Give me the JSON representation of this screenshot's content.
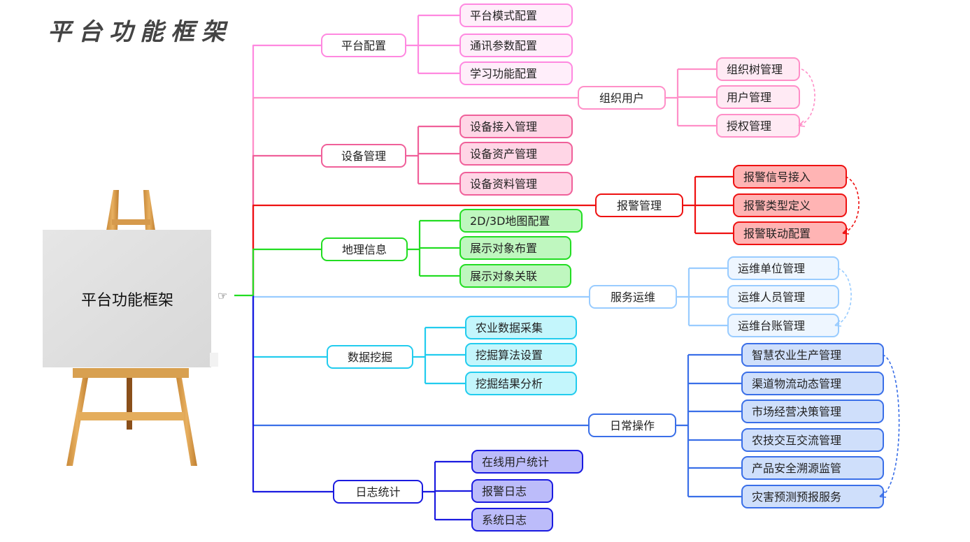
{
  "title": "平台功能框架",
  "board_label": "平台功能框架",
  "pointer_icon": "☞",
  "branches": [
    {
      "label": "平台配置",
      "color": "#ff88e0",
      "fill": "#ffffff",
      "child_fill": "#ffeefa",
      "children": [
        "平台模式配置",
        "通讯参数配置",
        "学习功能配置"
      ],
      "dashed_link": false
    },
    {
      "label": "组织用户",
      "color": "#ff8fc8",
      "fill": "#ffffff",
      "child_fill": "#ffeaf4",
      "children": [
        "组织树管理",
        "用户管理",
        "授权管理"
      ],
      "dashed_link": true
    },
    {
      "label": "设备管理",
      "color": "#f0609a",
      "fill": "#ffffff",
      "child_fill": "#ffd6e6",
      "children": [
        "设备接入管理",
        "设备资产管理",
        "设备资料管理"
      ],
      "dashed_link": false
    },
    {
      "label": "报警管理",
      "color": "#ee1111",
      "fill": "#ffffff",
      "child_fill": "#ffb4b4",
      "children": [
        "报警信号接入",
        "报警类型定义",
        "报警联动配置"
      ],
      "dashed_link": true
    },
    {
      "label": "地理信息",
      "color": "#22dd22",
      "fill": "#ffffff",
      "child_fill": "#bff7bf",
      "children": [
        "2D/3D地图配置",
        "展示对象布置",
        "展示对象关联"
      ],
      "dashed_link": false
    },
    {
      "label": "服务运维",
      "color": "#99ccff",
      "fill": "#ffffff",
      "child_fill": "#eef6ff",
      "children": [
        "运维单位管理",
        "运维人员管理",
        "运维台账管理"
      ],
      "dashed_link": true
    },
    {
      "label": "数据挖掘",
      "color": "#22ccee",
      "fill": "#ffffff",
      "child_fill": "#c4f6fc",
      "children": [
        "农业数据采集",
        "挖掘算法设置",
        "挖掘结果分析"
      ],
      "dashed_link": false
    },
    {
      "label": "日常操作",
      "color": "#3a6fe8",
      "fill": "#ffffff",
      "child_fill": "#cfdffb",
      "children": [
        "智慧农业生产管理",
        "渠道物流动态管理",
        "市场经营决策管理",
        "农技交互交流管理",
        "产品安全溯源监管",
        "灾害预测预报服务"
      ],
      "dashed_link": true
    },
    {
      "label": "日志统计",
      "color": "#1a1ae0",
      "fill": "#ffffff",
      "child_fill": "#bcbcfa",
      "children": [
        "在线用户统计",
        "报警日志",
        "系统日志"
      ],
      "dashed_link": false
    }
  ]
}
